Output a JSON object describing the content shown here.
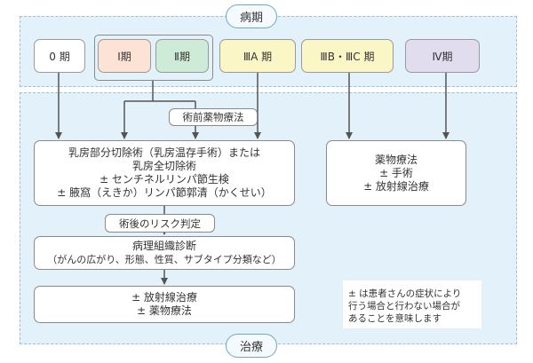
{
  "colors": {
    "panel_fill": "#e3f1fa",
    "panel_border": "#9dbfd6",
    "stage_0": "#ffffff",
    "stage_1": "#fde3d6",
    "stage_2": "#cdebd6",
    "stage_3a": "#fbf6c6",
    "stage_3bc": "#fbf6c6",
    "stage_4": "#e2dcef",
    "arrow": "#555555"
  },
  "top_title": "病期",
  "bottom_title": "治療",
  "stages": {
    "s0": "0 期",
    "s1": "Ⅰ期",
    "s2": "Ⅱ期",
    "s3a": "ⅢA 期",
    "s3bc": "ⅢB・ⅢC 期",
    "s4": "Ⅳ期"
  },
  "labels": {
    "preop": "術前薬物療法",
    "postop_risk": "術後のリスク判定"
  },
  "boxes": {
    "surgery": [
      "乳房部分切除術（乳房温存手術）または",
      "乳房全切除術",
      "± センチネルリンパ節生検",
      "± 腋窩（えきか）リンパ節郭清（かくせい）"
    ],
    "drug": [
      "薬物療法",
      "± 手術",
      "± 放射線治療"
    ],
    "pathology": [
      "病理組織診断",
      "（がんの広がり、形態、性質、サブタイプ分類など）"
    ],
    "adjuvant": [
      "± 放射線治療",
      "± 薬物療法"
    ]
  },
  "note": [
    "± は患者さんの症状により",
    "行う場合と行わない場合が",
    "あることを意味します"
  ]
}
